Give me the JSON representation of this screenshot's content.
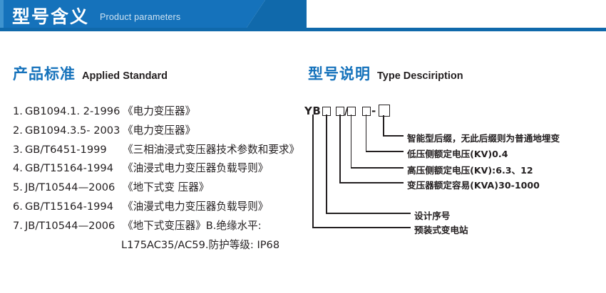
{
  "banner": {
    "title_cn": "型号含义",
    "title_en": "Product parameters"
  },
  "sections": {
    "left": {
      "title_cn": "产品标准",
      "title_en": "Applied Standard"
    },
    "right": {
      "title_cn": "型号说明",
      "title_en": "Type Desciription"
    }
  },
  "standards": [
    {
      "num": "1.",
      "code": "GB1094.1. 2-1996",
      "name": "《电力变压器》"
    },
    {
      "num": "2.",
      "code": "GB1094.3.5- 2003",
      "name": "《电力变压器》"
    },
    {
      "num": "3.",
      "code": "GB/T6451-1999",
      "name": "《三相油浸式变压器技术参数和要求》"
    },
    {
      "num": "4.",
      "code": "GB/T15164-1994",
      "name": "《油浸式电力变压器负载导则》"
    },
    {
      "num": "5.",
      "code": "JB/T10544—2006",
      "name": "《地下式变 压器》"
    },
    {
      "num": "6.",
      "code": "GB/T15164-1994",
      "name": "《油漫式电力变压器负载导则》"
    },
    {
      "num": "7.",
      "code": "JB/T10544—2006",
      "name": "《地下式变压器》B.绝缘水平:"
    }
  ],
  "standards_continuation": "L175AC35/AC59.防护等级: IP68",
  "type_code": {
    "prefix": "YB",
    "separator_slash": "/",
    "separator_dash": "-",
    "boxes": [
      "box-1",
      "box-2",
      "box-3",
      "box-4",
      "box-5"
    ],
    "annotations": [
      {
        "id": "anno-suffix",
        "text": "智能型后缀，无此后缀则为普通地埋变"
      },
      {
        "id": "anno-lv",
        "text": "低压侧额定电压(KV)0.4"
      },
      {
        "id": "anno-hv",
        "text": "高压侧额定电压(KV):6.3、12"
      },
      {
        "id": "anno-capacity",
        "text": "变压器额定容易(KVA)30-1000"
      },
      {
        "id": "anno-design-no",
        "text": "设计序号"
      },
      {
        "id": "anno-substation",
        "text": "预装式变电站"
      }
    ]
  },
  "colors": {
    "brand_blue": "#1572bb",
    "brand_blue_dark": "#1069ab",
    "ink": "#231f20"
  }
}
